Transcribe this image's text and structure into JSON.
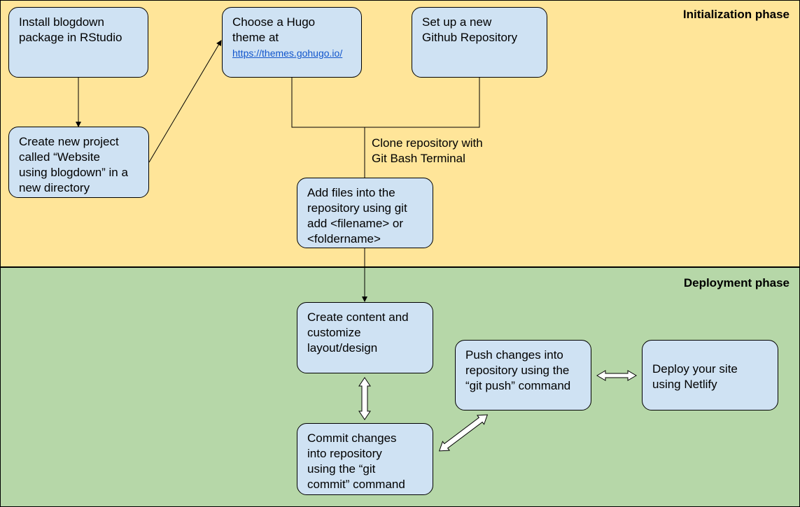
{
  "phases": {
    "initialization": "Initialization phase",
    "deployment": "Deployment phase"
  },
  "nodes": {
    "install": "Install blogdown\npackage in RStudio",
    "create_project": "Create new project\ncalled “Website\nusing blogdown” in a\nnew directory",
    "hugo_theme": "Choose a Hugo\ntheme at",
    "hugo_link": "https://themes.gohugo.io/",
    "github_repo": "Set up a new\nGithub Repository",
    "add_files": "Add files into the\nrepository using git\nadd <filename> or\n<foldername>",
    "create_content": "Create content and\ncustomize\nlayout/design",
    "commit": "Commit changes\ninto repository\nusing the “git\ncommit” command",
    "push": "Push changes into\nrepository using the\n“git push” command",
    "deploy": "Deploy your site\nusing Netlify"
  },
  "edge_labels": {
    "clone": "Clone repository with\nGit Bash Terminal"
  },
  "colors": {
    "init_bg": "#ffe599",
    "deploy_bg": "#b6d7a8",
    "box_fill": "#cfe2f3",
    "link": "#1155cc"
  }
}
